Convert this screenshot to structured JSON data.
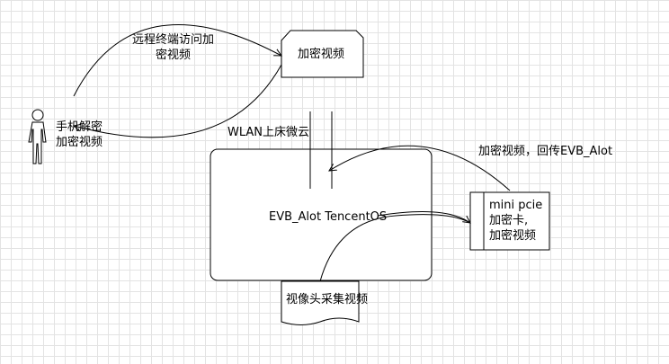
{
  "diagram": {
    "labels": {
      "remote_access": [
        "远程终端访问加",
        "密视频"
      ],
      "cloud_video": "加密视频",
      "user_decrypt": [
        "手机解密",
        "加密视频"
      ],
      "wlan": "WLAN上床微云",
      "evb": "EVB_Alot TencentOS",
      "return_video": "加密视频，回传EVB_Alot",
      "mini_pcie": [
        "mini pcie",
        "加密卡,",
        "加密视频"
      ],
      "camera": "视像头采集视频"
    }
  }
}
